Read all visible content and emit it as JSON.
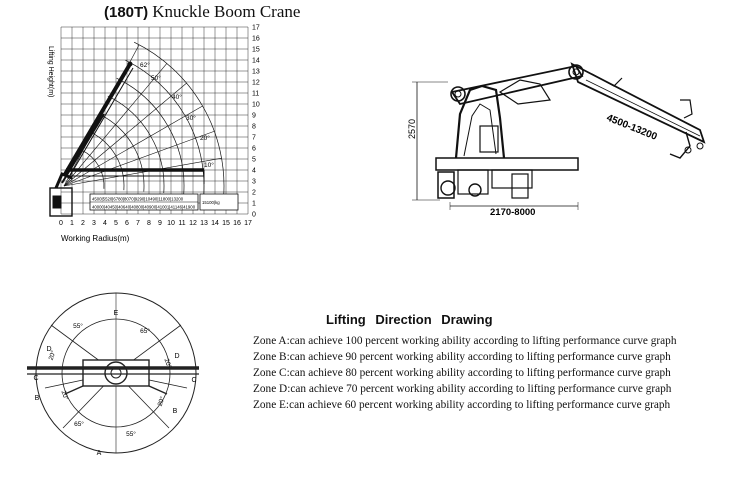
{
  "title": {
    "model": "(180T)",
    "name": "Knuckle Boom Crane"
  },
  "range_chart": {
    "ylabel": "Lifting Height(m)",
    "xlabel": "Working Radius(m)",
    "x_ticks": [
      "0",
      "1",
      "2",
      "3",
      "4",
      "5",
      "6",
      "7",
      "8",
      "9",
      "10",
      "11",
      "12",
      "13",
      "14",
      "15",
      "16",
      "17"
    ],
    "y_ticks": [
      "0",
      "1",
      "2",
      "3",
      "4",
      "5",
      "6",
      "7",
      "8",
      "9",
      "10",
      "11",
      "12",
      "13",
      "14",
      "15",
      "16",
      "17"
    ],
    "angle_labels": [
      "62°",
      "50°",
      "40°",
      "30°",
      "20°",
      "10°"
    ],
    "load_table": {
      "top_row": "4500|5520|6780|8070|9290|10490|11800|13200",
      "bottom_row": "40000|40450|40640|40800|40900|41001|41146|41900",
      "side_row": "15100|kg"
    }
  },
  "side_view": {
    "height_dim": "2570",
    "boom_dim": "4500-13200",
    "base_dim": "2170-8000"
  },
  "zone_circle": {
    "zones": [
      "E",
      "D",
      "D",
      "C",
      "C",
      "B",
      "B",
      "A"
    ],
    "angles": [
      "55°",
      "65°",
      "20°",
      "20°",
      "20°",
      "20°",
      "65°",
      "55°"
    ]
  },
  "lifting_direction": {
    "heading": "Lifting Direction Drawing",
    "zones": [
      "Zone A:can achieve 100 percent working ability according to lifting performance curve graph",
      "Zone B:can achieve 90 percent working ability according to lifting performance curve graph",
      "Zone C:can achieve 80 percent working ability according to lifting performance curve graph",
      "Zone D:can achieve 70 percent working ability according to lifting performance curve graph",
      "Zone E:can achieve 60 percent working ability according to lifting performance curve graph"
    ]
  }
}
